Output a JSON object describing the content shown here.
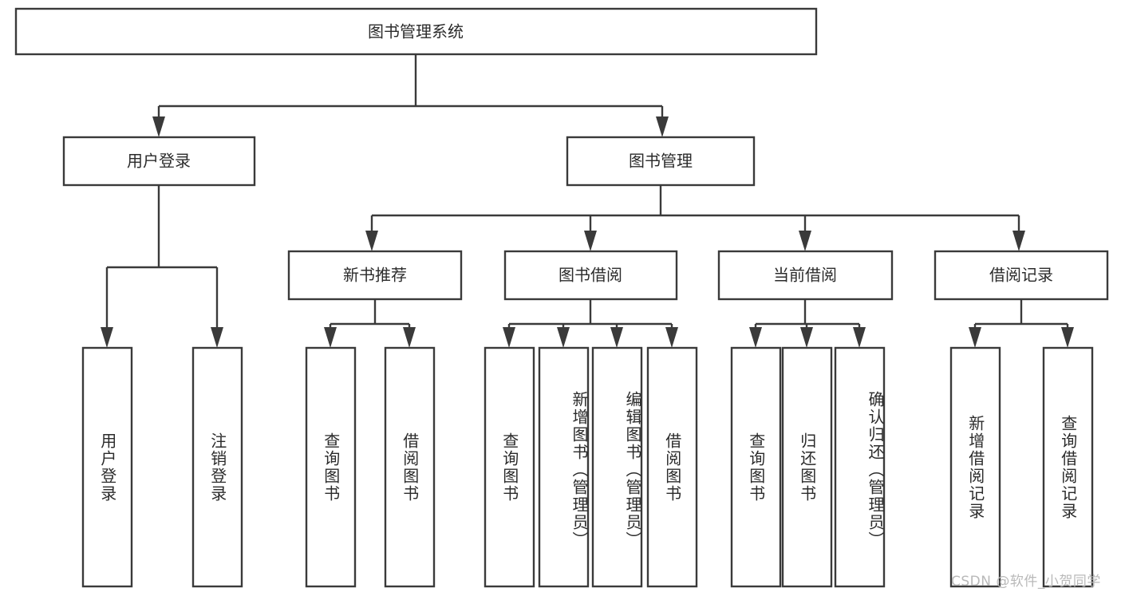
{
  "diagram": {
    "type": "tree-hierarchy",
    "title": "图书管理系统",
    "root": {
      "label": "图书管理系统",
      "level": 1
    },
    "level2": [
      {
        "label": "用户登录"
      },
      {
        "label": "图书管理"
      }
    ],
    "level3": [
      {
        "label": "新书推荐",
        "parent": "图书管理"
      },
      {
        "label": "图书借阅",
        "parent": "图书管理"
      },
      {
        "label": "当前借阅",
        "parent": "图书管理"
      },
      {
        "label": "借阅记录",
        "parent": "图书管理"
      }
    ],
    "leaves": [
      {
        "label": "用户登录",
        "parent": "用户登录",
        "align": "middle"
      },
      {
        "label": "注销登录",
        "parent": "用户登录",
        "align": "middle"
      },
      {
        "label": "查询图书",
        "parent": "新书推荐",
        "align": "middle"
      },
      {
        "label": "借阅图书",
        "parent": "新书推荐",
        "align": "middle"
      },
      {
        "label": "查询图书",
        "parent": "图书借阅",
        "align": "middle"
      },
      {
        "label": "新增图书（管理员）",
        "parent": "图书借阅",
        "align": "top"
      },
      {
        "label": "编辑图书（管理员）",
        "parent": "图书借阅",
        "align": "top"
      },
      {
        "label": "借阅图书",
        "parent": "图书借阅",
        "align": "middle"
      },
      {
        "label": "查询图书",
        "parent": "当前借阅",
        "align": "middle"
      },
      {
        "label": "归还图书",
        "parent": "当前借阅",
        "align": "middle"
      },
      {
        "label": "确认归还（管理员）",
        "parent": "当前借阅",
        "align": "top"
      },
      {
        "label": "新增借阅记录",
        "parent": "借阅记录",
        "align": "middle"
      },
      {
        "label": "查询借阅记录",
        "parent": "借阅记录",
        "align": "middle"
      }
    ],
    "watermark": "CSDN @软件_小贺同学",
    "colors": {
      "box_stroke": "#3a3a3a",
      "box_fill": "#ffffff",
      "text": "#2b2b2b",
      "background": "#ffffff",
      "watermark": "#b9b9b9"
    }
  }
}
